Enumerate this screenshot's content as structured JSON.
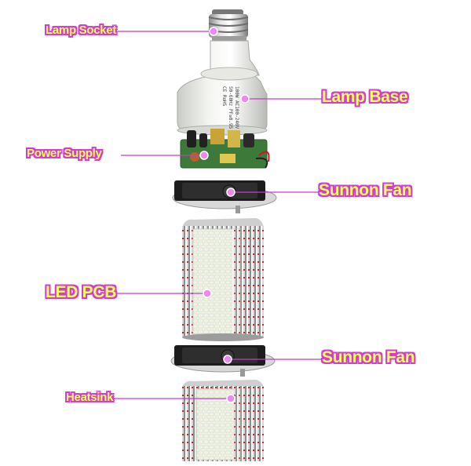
{
  "colors": {
    "label_fill": "#f4ff5a",
    "label_outline": "#d23cd2",
    "leader_line": "#c040c0",
    "marker_dot": "#ee88ee"
  },
  "labels": {
    "lamp_socket": "Lamp Socket",
    "lamp_base": "Lamp Base",
    "power_supply": "Power Supply",
    "sunnon_fan_top": "Sunnon Fan",
    "led_pcb": "LED PCB",
    "sunnon_fan_bottom": "Sunnon Fan",
    "heatsink": "Heatsink"
  },
  "base_printing": {
    "line1": "100W AC100-240V",
    "line2": "50-60Hz PF≥0.95",
    "line3": "CE RoHS"
  }
}
